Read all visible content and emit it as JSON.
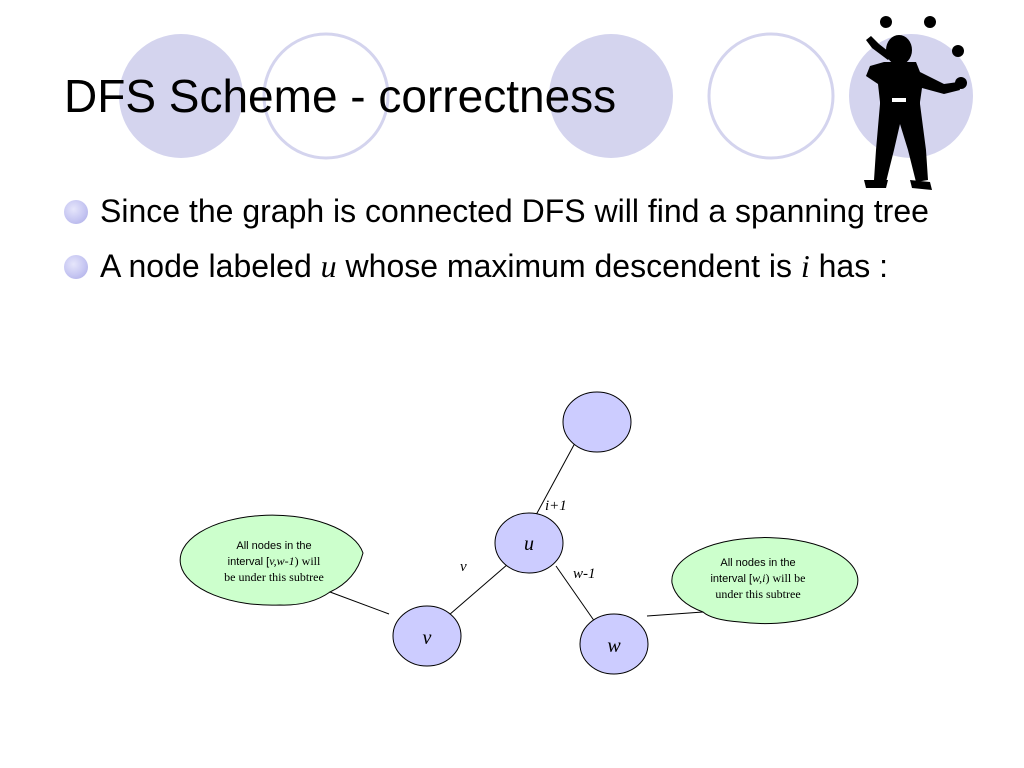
{
  "slide": {
    "title": "DFS Scheme - correctness",
    "bullets": [
      {
        "text": "Since the graph is connected DFS will find a spanning tree"
      },
      {
        "pre": "A node labeled ",
        "var1": "u",
        "mid": " whose maximum descendent is ",
        "var2": "i",
        "post": " has :"
      }
    ]
  },
  "diagram": {
    "nodes": {
      "top": "",
      "u": "u",
      "v": "v",
      "w": "w"
    },
    "edge_labels": {
      "top_u": "i+1",
      "u_v": "v",
      "u_w": "w-1"
    },
    "callouts": {
      "left": {
        "line1": "All nodes in the",
        "line2_pre": "interval [",
        "line2_var": "v,w-1",
        "line2_post": ") will",
        "line3": "be under this subtree"
      },
      "right": {
        "line1": "All nodes in the",
        "line2_pre": "interval [",
        "line2_var": "w,i",
        "line2_post": ") will be",
        "line3": "under this subtree"
      }
    }
  },
  "colors": {
    "node_fill": "#ccccff",
    "callout_fill": "#ccffcc",
    "decor_circle": "#d4d4ee",
    "bullet": "#c6c6f2"
  }
}
